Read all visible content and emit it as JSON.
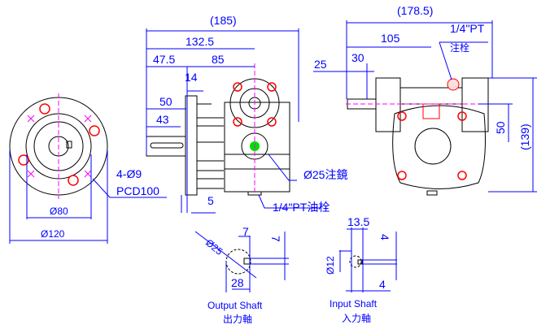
{
  "front_view": {
    "holes": "4-Ø9",
    "pcd": "PCD100",
    "dia_inner": "Ø80",
    "dia_outer": "Ø120"
  },
  "side_view": {
    "overall": "(185)",
    "d132": "132.5",
    "d47": "47.5",
    "d85": "85",
    "d14": "14",
    "d50": "50",
    "d43": "43",
    "d5": "5",
    "sight_glass": "Ø25注鏡",
    "drain_plug": "1/4\"PT油栓"
  },
  "right_view": {
    "overall": "(178.5)",
    "plug": "1/4\"PT",
    "plug_cn": "注栓",
    "d105": "105",
    "d30": "30",
    "d25": "25",
    "d50": "50",
    "d139": "(139)"
  },
  "output_shaft": {
    "dia": "Ø25",
    "d7a": "7",
    "d7b": "7",
    "d28": "28",
    "label_en": "Output Shaft",
    "label_cn": "出力軸"
  },
  "input_shaft": {
    "d135": "13.5",
    "dia": "Ø12",
    "d4a": "4",
    "d4b": "4",
    "label_en": "Input Shaft",
    "label_cn": "入力軸"
  },
  "colors": {
    "dimension": "#0000ff",
    "centerline": "#ff00ff",
    "bolt": "#ff0000",
    "sight": "#00dd00"
  }
}
